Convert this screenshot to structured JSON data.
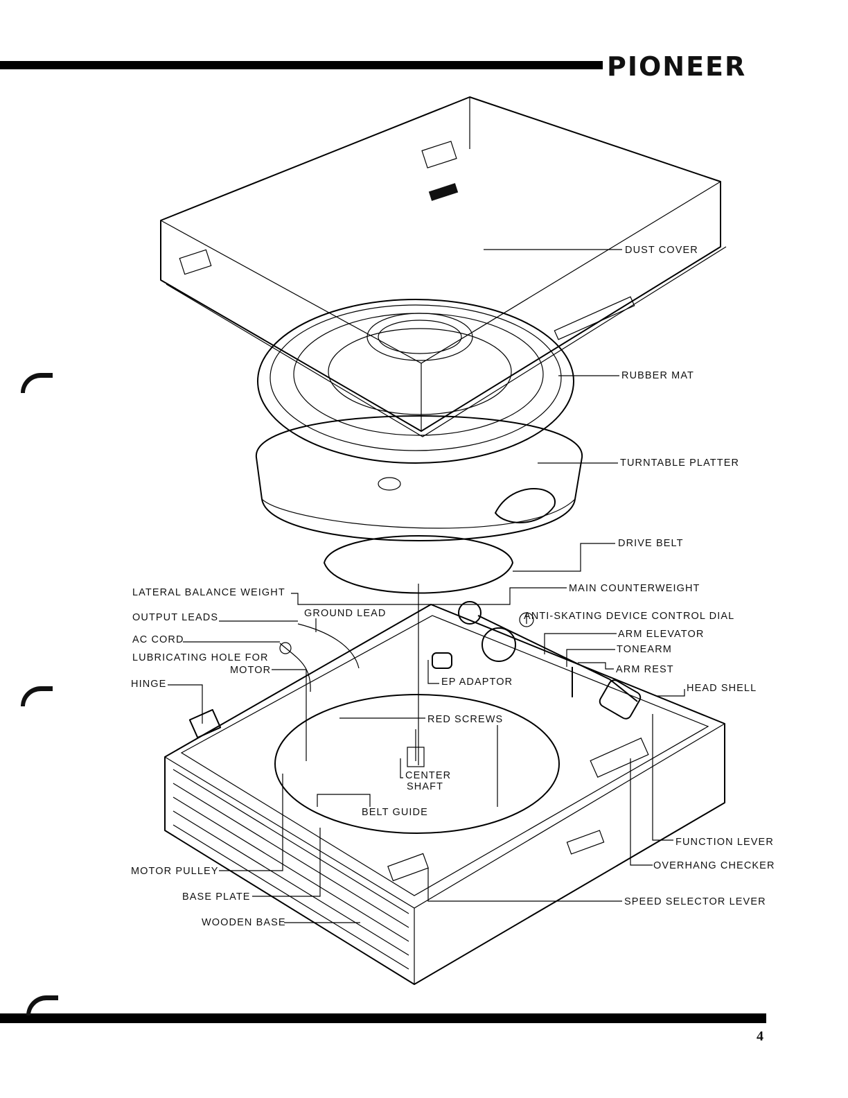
{
  "header": {
    "brand": "PIONEER"
  },
  "footer": {
    "page_number": "4"
  },
  "labels": {
    "dust_cover": "DUST COVER",
    "rubber_mat": "RUBBER MAT",
    "turntable_platter": "TURNTABLE PLATTER",
    "drive_belt": "DRIVE BELT",
    "lateral_balance_weight": "LATERAL BALANCE WEIGHT",
    "main_counterweight": "MAIN COUNTERWEIGHT",
    "output_leads": "OUTPUT LEADS",
    "ground_lead": "GROUND LEAD",
    "anti_skating": "ANTI-SKATING DEVICE CONTROL DIAL",
    "ac_cord": "AC CORD",
    "arm_elevator": "ARM ELEVATOR",
    "tonearm": "TONEARM",
    "lubricating_hole_1": "LUBRICATING HOLE FOR",
    "lubricating_hole_2": "MOTOR",
    "arm_rest": "ARM REST",
    "ep_adaptor": "EP ADAPTOR",
    "hinge": "HINGE",
    "head_shell": "HEAD SHELL",
    "red_screws": "RED SCREWS",
    "center_shaft_1": "CENTER",
    "center_shaft_2": "SHAFT",
    "belt_guide": "BELT GUIDE",
    "function_lever": "FUNCTION LEVER",
    "overhang_checker": "OVERHANG CHECKER",
    "motor_pulley": "MOTOR PULLEY",
    "base_plate": "BASE PLATE",
    "speed_selector_lever": "SPEED SELECTOR LEVER",
    "wooden_base": "WOODEN BASE"
  }
}
